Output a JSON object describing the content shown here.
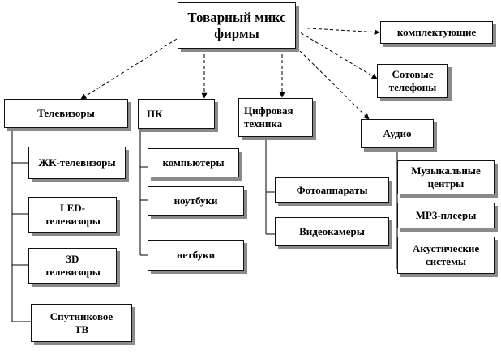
{
  "root": {
    "label": "Товарный микс\nфирмы"
  },
  "side": [
    {
      "label": "комплектующие"
    },
    {
      "label": "Сотовые\nтелефоны"
    }
  ],
  "categories": [
    {
      "label": "Телевизоры"
    },
    {
      "label": "ПК"
    },
    {
      "label": "Цифровая\nтехника"
    },
    {
      "label": "Аудио"
    }
  ],
  "tv_items": [
    {
      "label": "ЖК-телевизоры"
    },
    {
      "label": "LED-\nтелевизоры"
    },
    {
      "label": "3D\nтелевизоры"
    },
    {
      "label": "Спутниковое\nТВ"
    }
  ],
  "pc_items": [
    {
      "label": "компьютеры"
    },
    {
      "label": "ноутбуки"
    },
    {
      "label": "нетбуки"
    }
  ],
  "digital_items": [
    {
      "label": "Фотоаппараты"
    },
    {
      "label": "Видеокамеры"
    }
  ],
  "audio_items": [
    {
      "label": "Музыкальные\nцентры"
    },
    {
      "label": "MP3-плееры"
    },
    {
      "label": "Акустические\nсистемы"
    }
  ]
}
